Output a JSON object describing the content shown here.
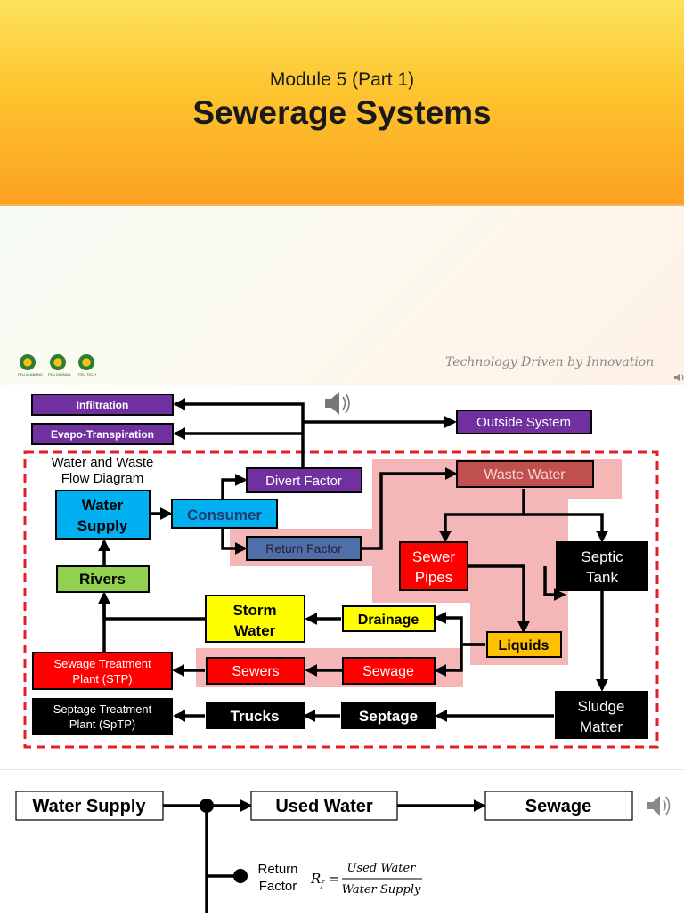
{
  "slide1": {
    "subtitle": "Module 5 (Part 1)",
    "title": "Sewerage Systems",
    "tagline": "Technology Driven by Innovation",
    "logos": [
      "FEU ALABANG",
      "FEU DILIMAN",
      "FEU TECH"
    ]
  },
  "slide2": {
    "diagram_title_line1": "Water and Waste",
    "diagram_title_line2": "Flow Diagram",
    "nodes": {
      "infiltration": "Infiltration",
      "evapo": "Evapo-Transpiration",
      "outside_system": "Outside System",
      "divert_factor": "Divert Factor",
      "waste_water": "Waste Water",
      "water_supply_1": "Water",
      "water_supply_2": "Supply",
      "consumer": "Consumer",
      "return_factor": "Return Factor",
      "sewer_pipes_1": "Sewer",
      "sewer_pipes_2": "Pipes",
      "septic_tank_1": "Septic",
      "septic_tank_2": "Tank",
      "rivers": "Rivers",
      "storm_water_1": "Storm",
      "storm_water_2": "Water",
      "drainage": "Drainage",
      "liquids": "Liquids",
      "stp_1": "Sewage Treatment",
      "stp_2": "Plant (STP)",
      "sewers": "Sewers",
      "sewage": "Sewage",
      "sptp_1": "Septage Treatment",
      "sptp_2": "Plant (SpTP)",
      "trucks": "Trucks",
      "septage": "Septage",
      "sludge_1": "Sludge",
      "sludge_2": "Matter"
    },
    "colors": {
      "purple": "#7030a0",
      "blue": "#00b0f0",
      "green": "#92d050",
      "yellow": "#ffff00",
      "red": "#ff0000",
      "orange": "#ffc000",
      "black": "#000000",
      "pink_region": "#f4b6b6",
      "dashed_border": "#e31e24"
    }
  },
  "slide3": {
    "water_supply": "Water Supply",
    "used_water": "Used Water",
    "sewage": "Sewage",
    "return_label_1": "Return",
    "return_label_2": "Factor",
    "formula_lhs": "R",
    "formula_sub": "f",
    "formula_eq": "=",
    "formula_num": "Used Water",
    "formula_den": "Water Supply"
  }
}
